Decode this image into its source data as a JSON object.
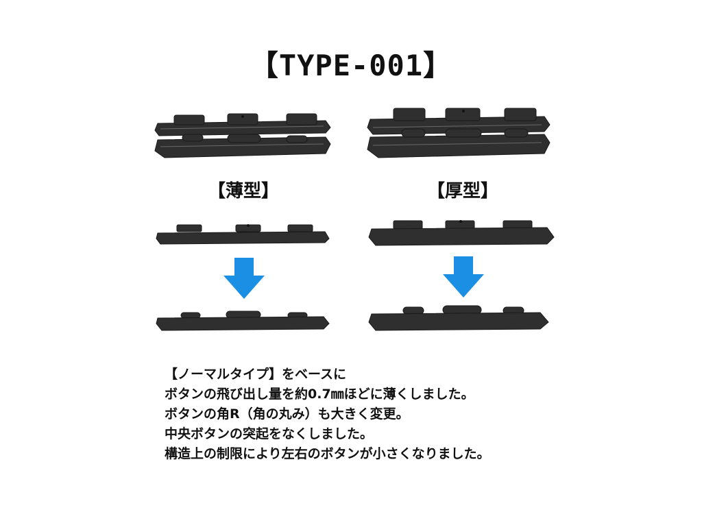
{
  "title": "【TYPE-001】",
  "variants": [
    {
      "label": "【薄型】"
    },
    {
      "label": "【厚型】"
    }
  ],
  "colors": {
    "part": "#2f2f2f",
    "part_edge": "#1a1a1a",
    "part_highlight": "#6a6a6a",
    "arrow": "#1a8fe3"
  },
  "description": [
    "【ノーマルタイプ】をベースに",
    "ボタンの飛び出し量を約0.7㎜ほどに薄くしました。",
    "ボタンの角R（角の丸み）も大きく変更。",
    "中央ボタンの突起をなくしました。",
    "構造上の制限により左右のボタンが小さくなりました。"
  ]
}
